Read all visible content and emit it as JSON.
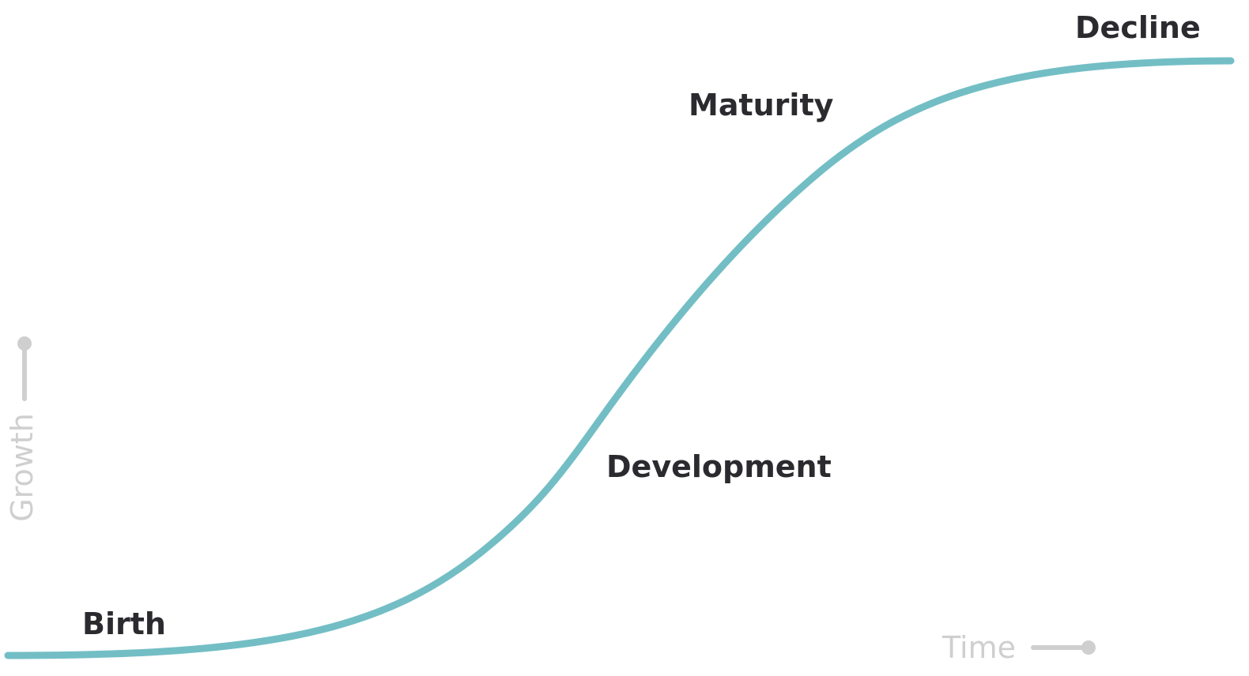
{
  "stages": {
    "birth": "Birth",
    "development": "Development",
    "maturity": "Maturity",
    "decline": "Decline"
  },
  "axes": {
    "x_label": "Time",
    "y_label": "Growth"
  },
  "colors": {
    "curve": "#73bec5",
    "axis": "#cfcfcf",
    "label_text": "#2b2b2f"
  }
}
